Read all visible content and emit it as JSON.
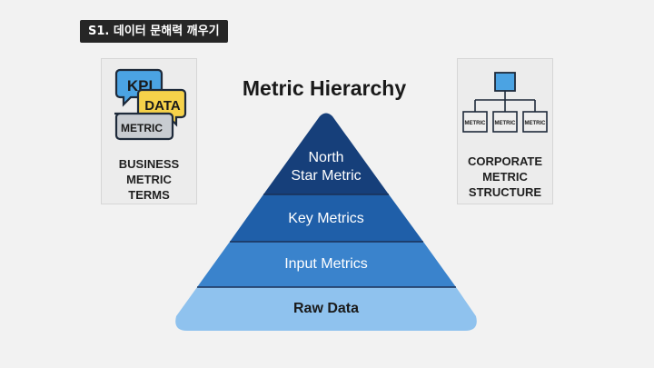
{
  "section_tag": "S1. 데이터 문해력 깨우기",
  "title": "Metric Hierarchy",
  "left_card": {
    "bubbles": [
      "KPI",
      "DATA",
      "METRIC"
    ],
    "caption": [
      "BUSINESS",
      "METRIC",
      "TERMS"
    ]
  },
  "right_card": {
    "boxes": [
      "METRIC",
      "METRIC",
      "METRIC"
    ],
    "caption": [
      "CORPORATE",
      "METRIC",
      "STRUCTURE"
    ]
  },
  "pyramid": {
    "tiers": [
      {
        "label_lines": [
          "North",
          "Star Metric"
        ],
        "color": "#163f7a"
      },
      {
        "label_lines": [
          "Key Metrics"
        ],
        "color": "#1f5fa9"
      },
      {
        "label_lines": [
          "Input Metrics"
        ],
        "color": "#3a83cc"
      },
      {
        "label_lines": [
          "Raw Data"
        ],
        "color": "#8fc2ee"
      }
    ]
  }
}
